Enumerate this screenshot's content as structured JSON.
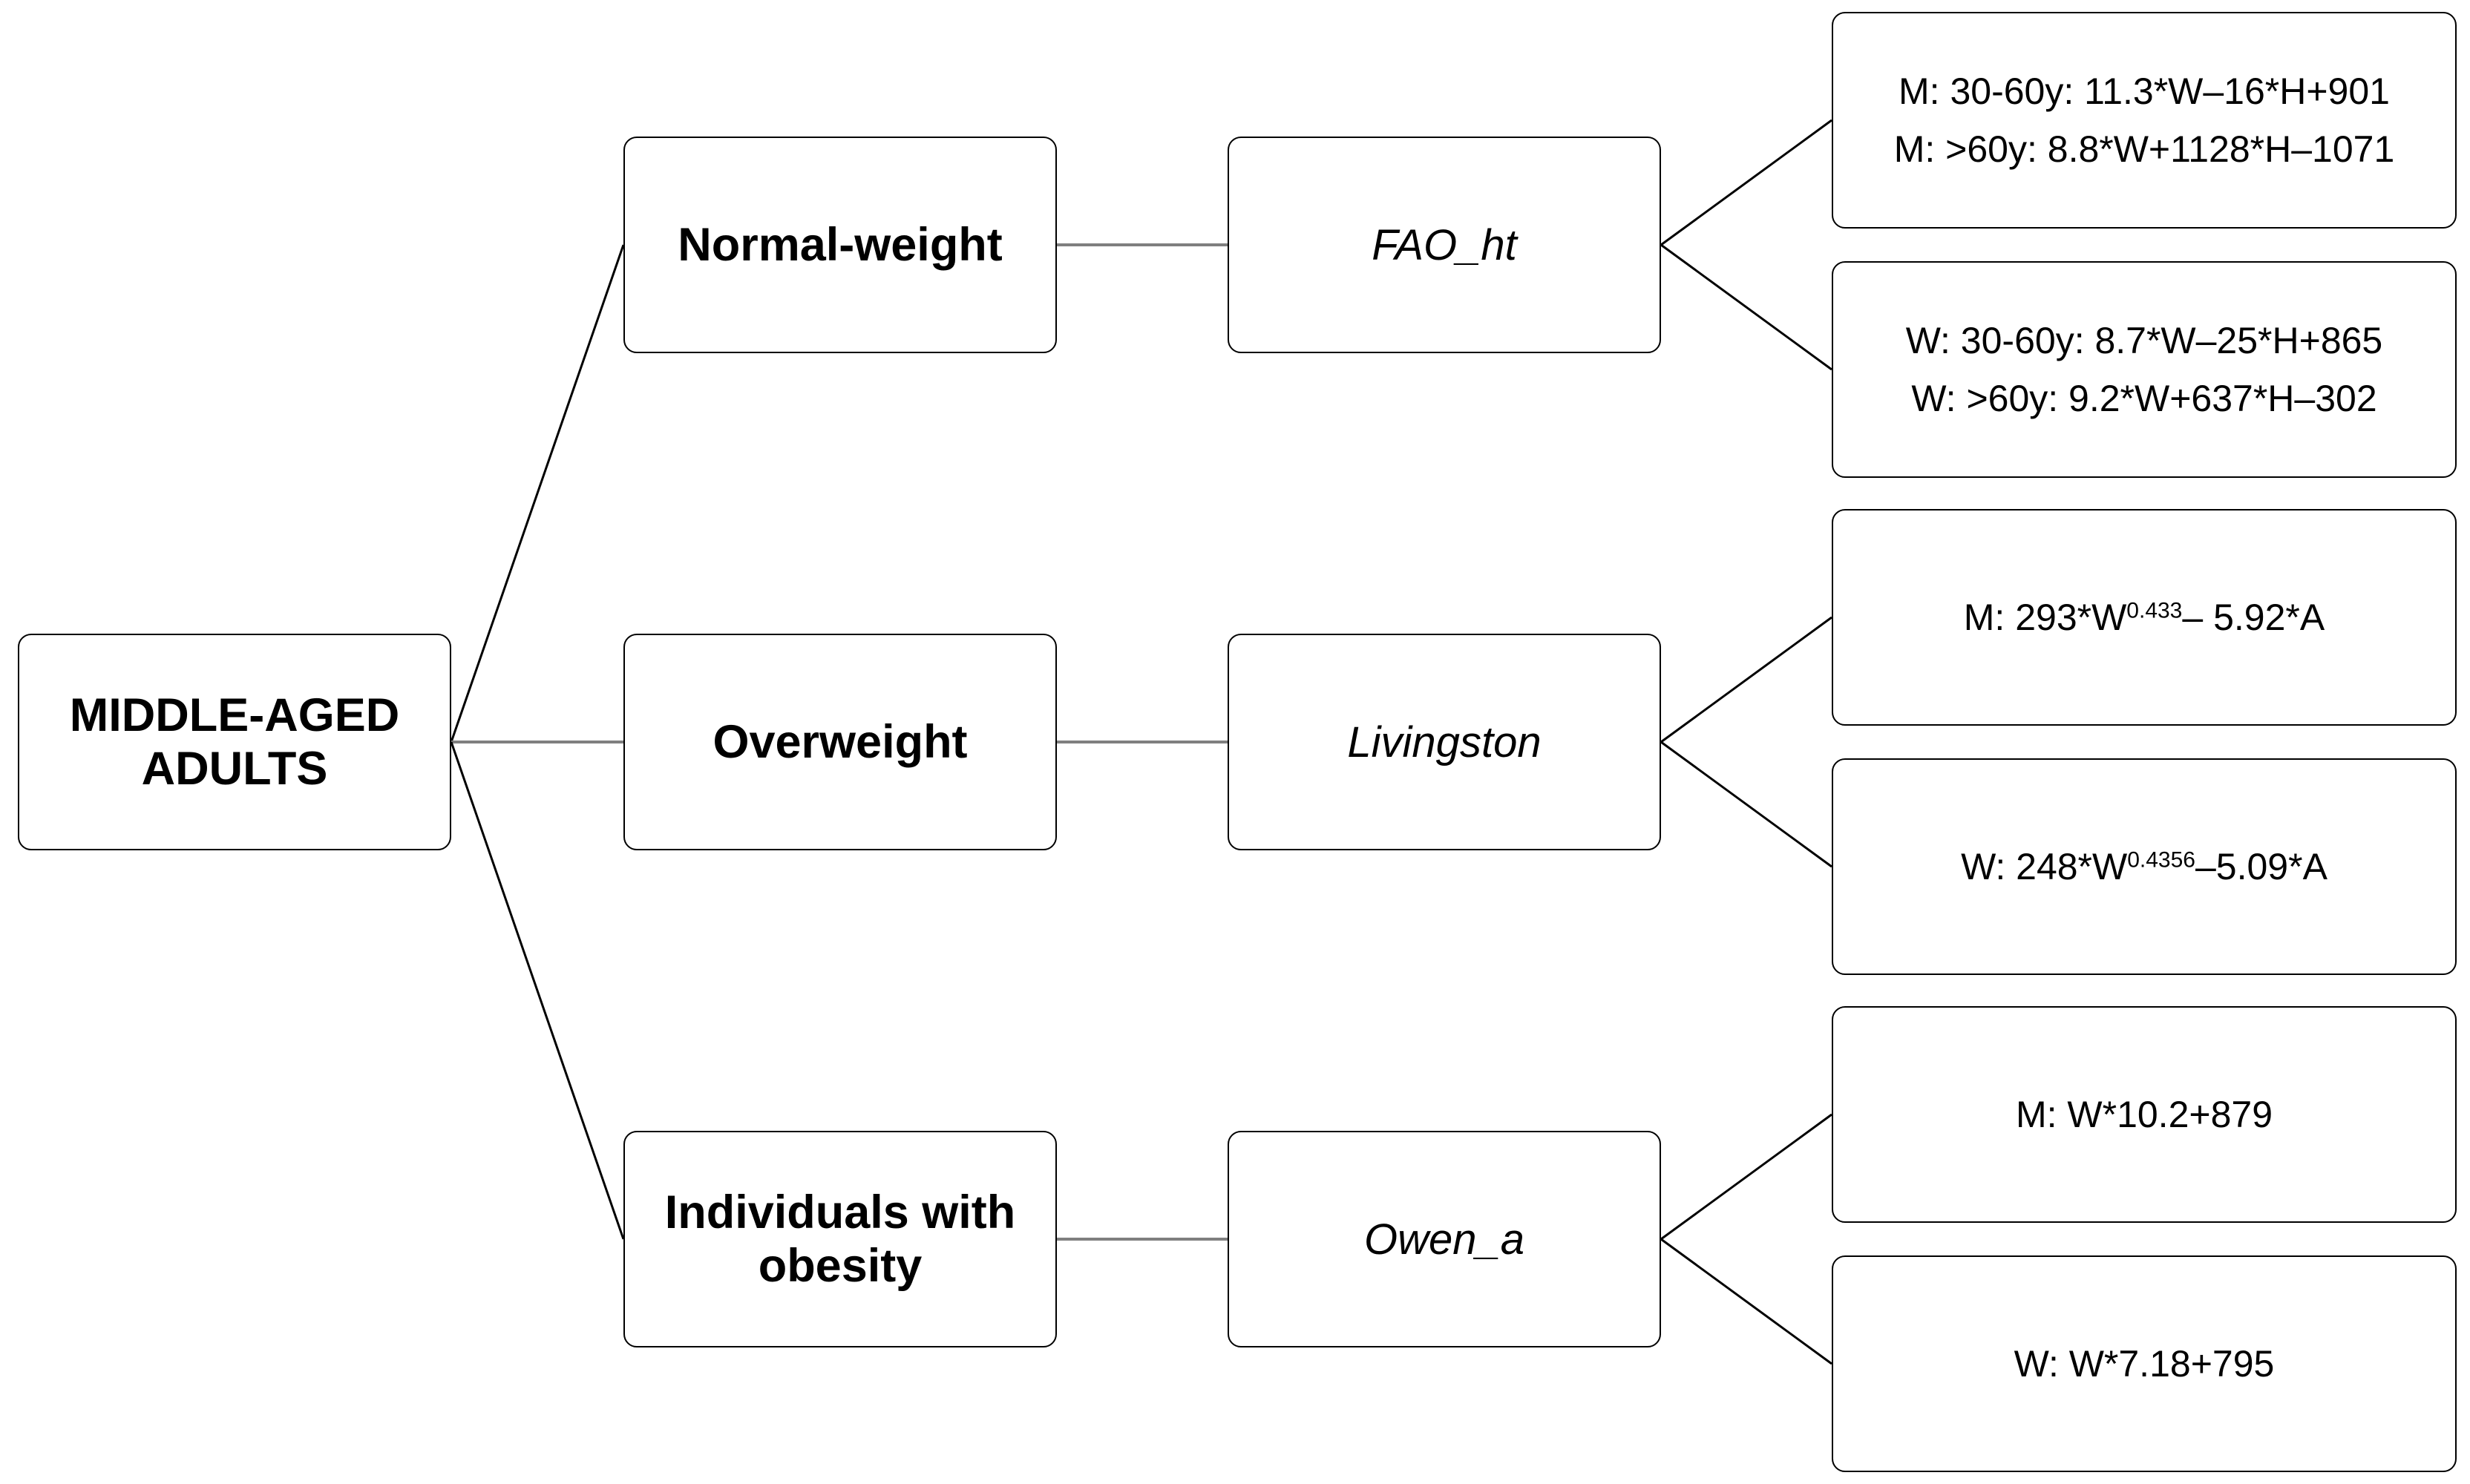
{
  "root": {
    "line1": "MIDDLE-AGED",
    "line2": "ADULTS"
  },
  "categories": [
    {
      "line1": "Normal-weight",
      "line2": ""
    },
    {
      "line1": "Overweight",
      "line2": ""
    },
    {
      "line1": "Individuals with",
      "line2": "obesity"
    }
  ],
  "methods": [
    "FAO_ht",
    "Livingston",
    "Owen_a"
  ],
  "equations": {
    "fao_men": {
      "line1": "M: 30-60y: 11.3*W–16*H+901",
      "line2": "M: >60y: 8.8*W+1128*H–1071"
    },
    "fao_women": {
      "line1": "W: 30-60y: 8.7*W–25*H+865",
      "line2": "W: >60y: 9.2*W+637*H–302"
    },
    "livingston_men": {
      "pre": "M: 293*W",
      "exp": "0.433",
      "post": "– 5.92*A"
    },
    "livingston_women": {
      "pre": "W: 248*W",
      "exp": "0.4356",
      "post": "–5.09*A"
    },
    "owen_men": "M: W*10.2+879",
    "owen_women": "W: W*7.18+795"
  },
  "colors": {
    "line_dark": "#000000",
    "line_gray": "#7f7f7f",
    "border": "#000000"
  }
}
